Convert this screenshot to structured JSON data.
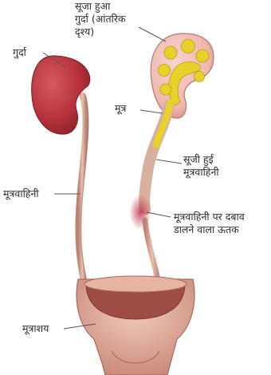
{
  "labels": {
    "swollen_kidney_line1": "सूजा हुआ",
    "swollen_kidney_line2": "गुर्दा (आंतरिक",
    "swollen_kidney_line3": "दृश्य)",
    "kidney": "गुर्दा",
    "urine": "मूत्र",
    "swollen_ureter_line1": "सूजी हुई",
    "swollen_ureter_line2": "मूत्रवाहिनी",
    "ureter": "मूत्रवाहिनी",
    "pressing_tissue_line1": "मूत्रवाहिनी पर दबाव",
    "pressing_tissue_line2": "डालने वाला ऊतक",
    "bladder": "मूत्राशय"
  },
  "colors": {
    "kidney": "#b8333c",
    "ureter": "#d9a592",
    "urine": "#e8d22a",
    "bladder": "#d79a88",
    "tissue": "#c0324a",
    "leader_line": "#555555"
  }
}
